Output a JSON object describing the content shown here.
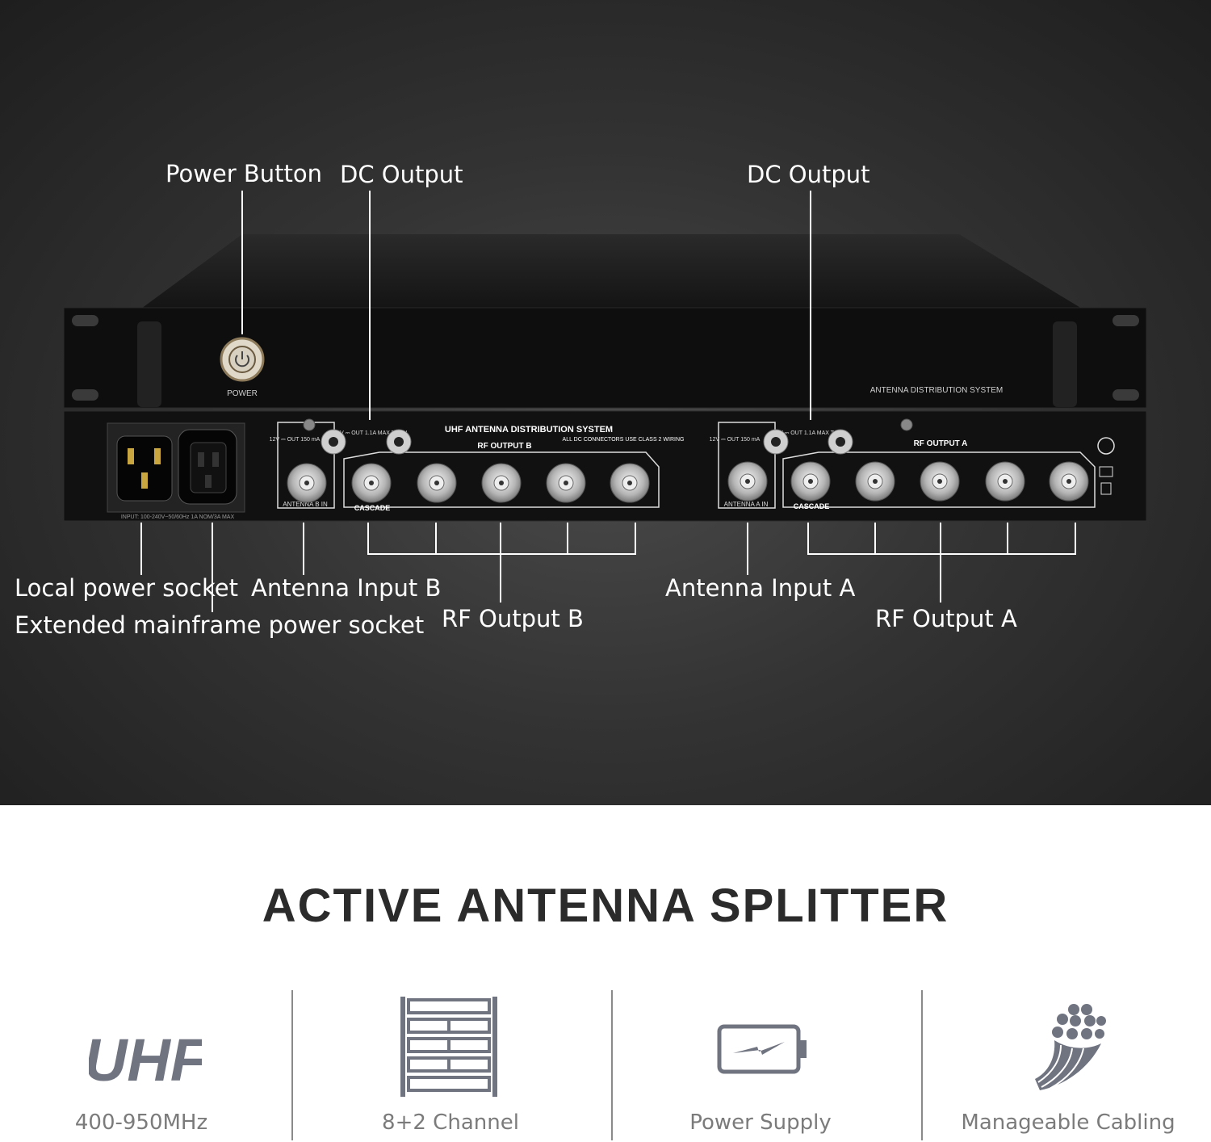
{
  "device": {
    "power_label": "POWER",
    "system_label": "ANTENNA DISTRIBUTION SYSTEM",
    "panel_title": "UHF ANTENNA DISTRIBUTION SYSTEM",
    "panel_note": "ALL DC CONNECTORS USE CLASS 2 WIRING",
    "dc_spec": "12V ⎓ OUT 150 mA",
    "dc_out": "12V ⎓ OUT 1.1A MAX TOTAL",
    "rf_output_b": "RF OUTPUT B",
    "rf_output_a": "RF OUTPUT A",
    "antenna_b_in": "ANTENNA B IN",
    "antenna_a_in": "ANTENNA A IN",
    "cascade": "CASCADE",
    "input_spec": "INPUT: 100-240V~50/60Hz 1A NOM/3A MAX"
  },
  "callouts": {
    "power_button": "Power Button",
    "dc_output_left": "DC Output",
    "dc_output_right": "DC Output",
    "local_power_socket": "Local power socket",
    "extended_power_socket": "Extended mainframe power socket",
    "antenna_input_b": "Antenna Input B",
    "rf_output_b": "RF Output B",
    "antenna_input_a": "Antenna Input A",
    "rf_output_a": "RF Output A"
  },
  "title": "ACTIVE ANTENNA SPLITTER",
  "features": [
    {
      "icon": "uhf-text-icon",
      "icon_text": "UHF",
      "label": "400-950MHz"
    },
    {
      "icon": "rack-channels-icon",
      "label": "8+2 Channel"
    },
    {
      "icon": "battery-power-icon",
      "label": "Power Supply"
    },
    {
      "icon": "cable-bundle-icon",
      "label": "Manageable Cabling"
    }
  ],
  "colors": {
    "icon_gray": "#707480",
    "label_gray": "#7b7b7b",
    "title": "#2b2b2b",
    "background_dark": "#2c2c2c"
  }
}
